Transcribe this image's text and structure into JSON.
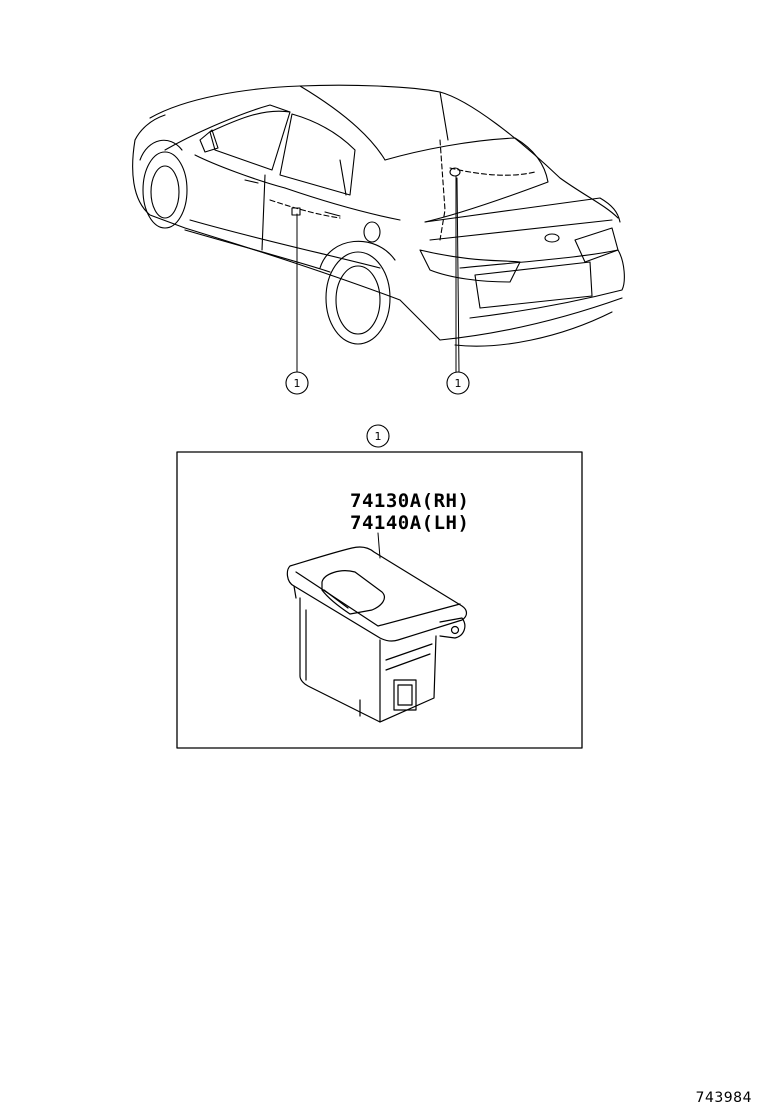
{
  "callouts": {
    "door_switch": "1",
    "trunk_switch": "1",
    "detail_header": "1"
  },
  "parts": {
    "rh_part_number": "74130A(RH)",
    "lh_part_number": "74140A(LH)"
  },
  "figure_id": "743984",
  "colors": {
    "line": "#000000",
    "background": "#ffffff"
  }
}
